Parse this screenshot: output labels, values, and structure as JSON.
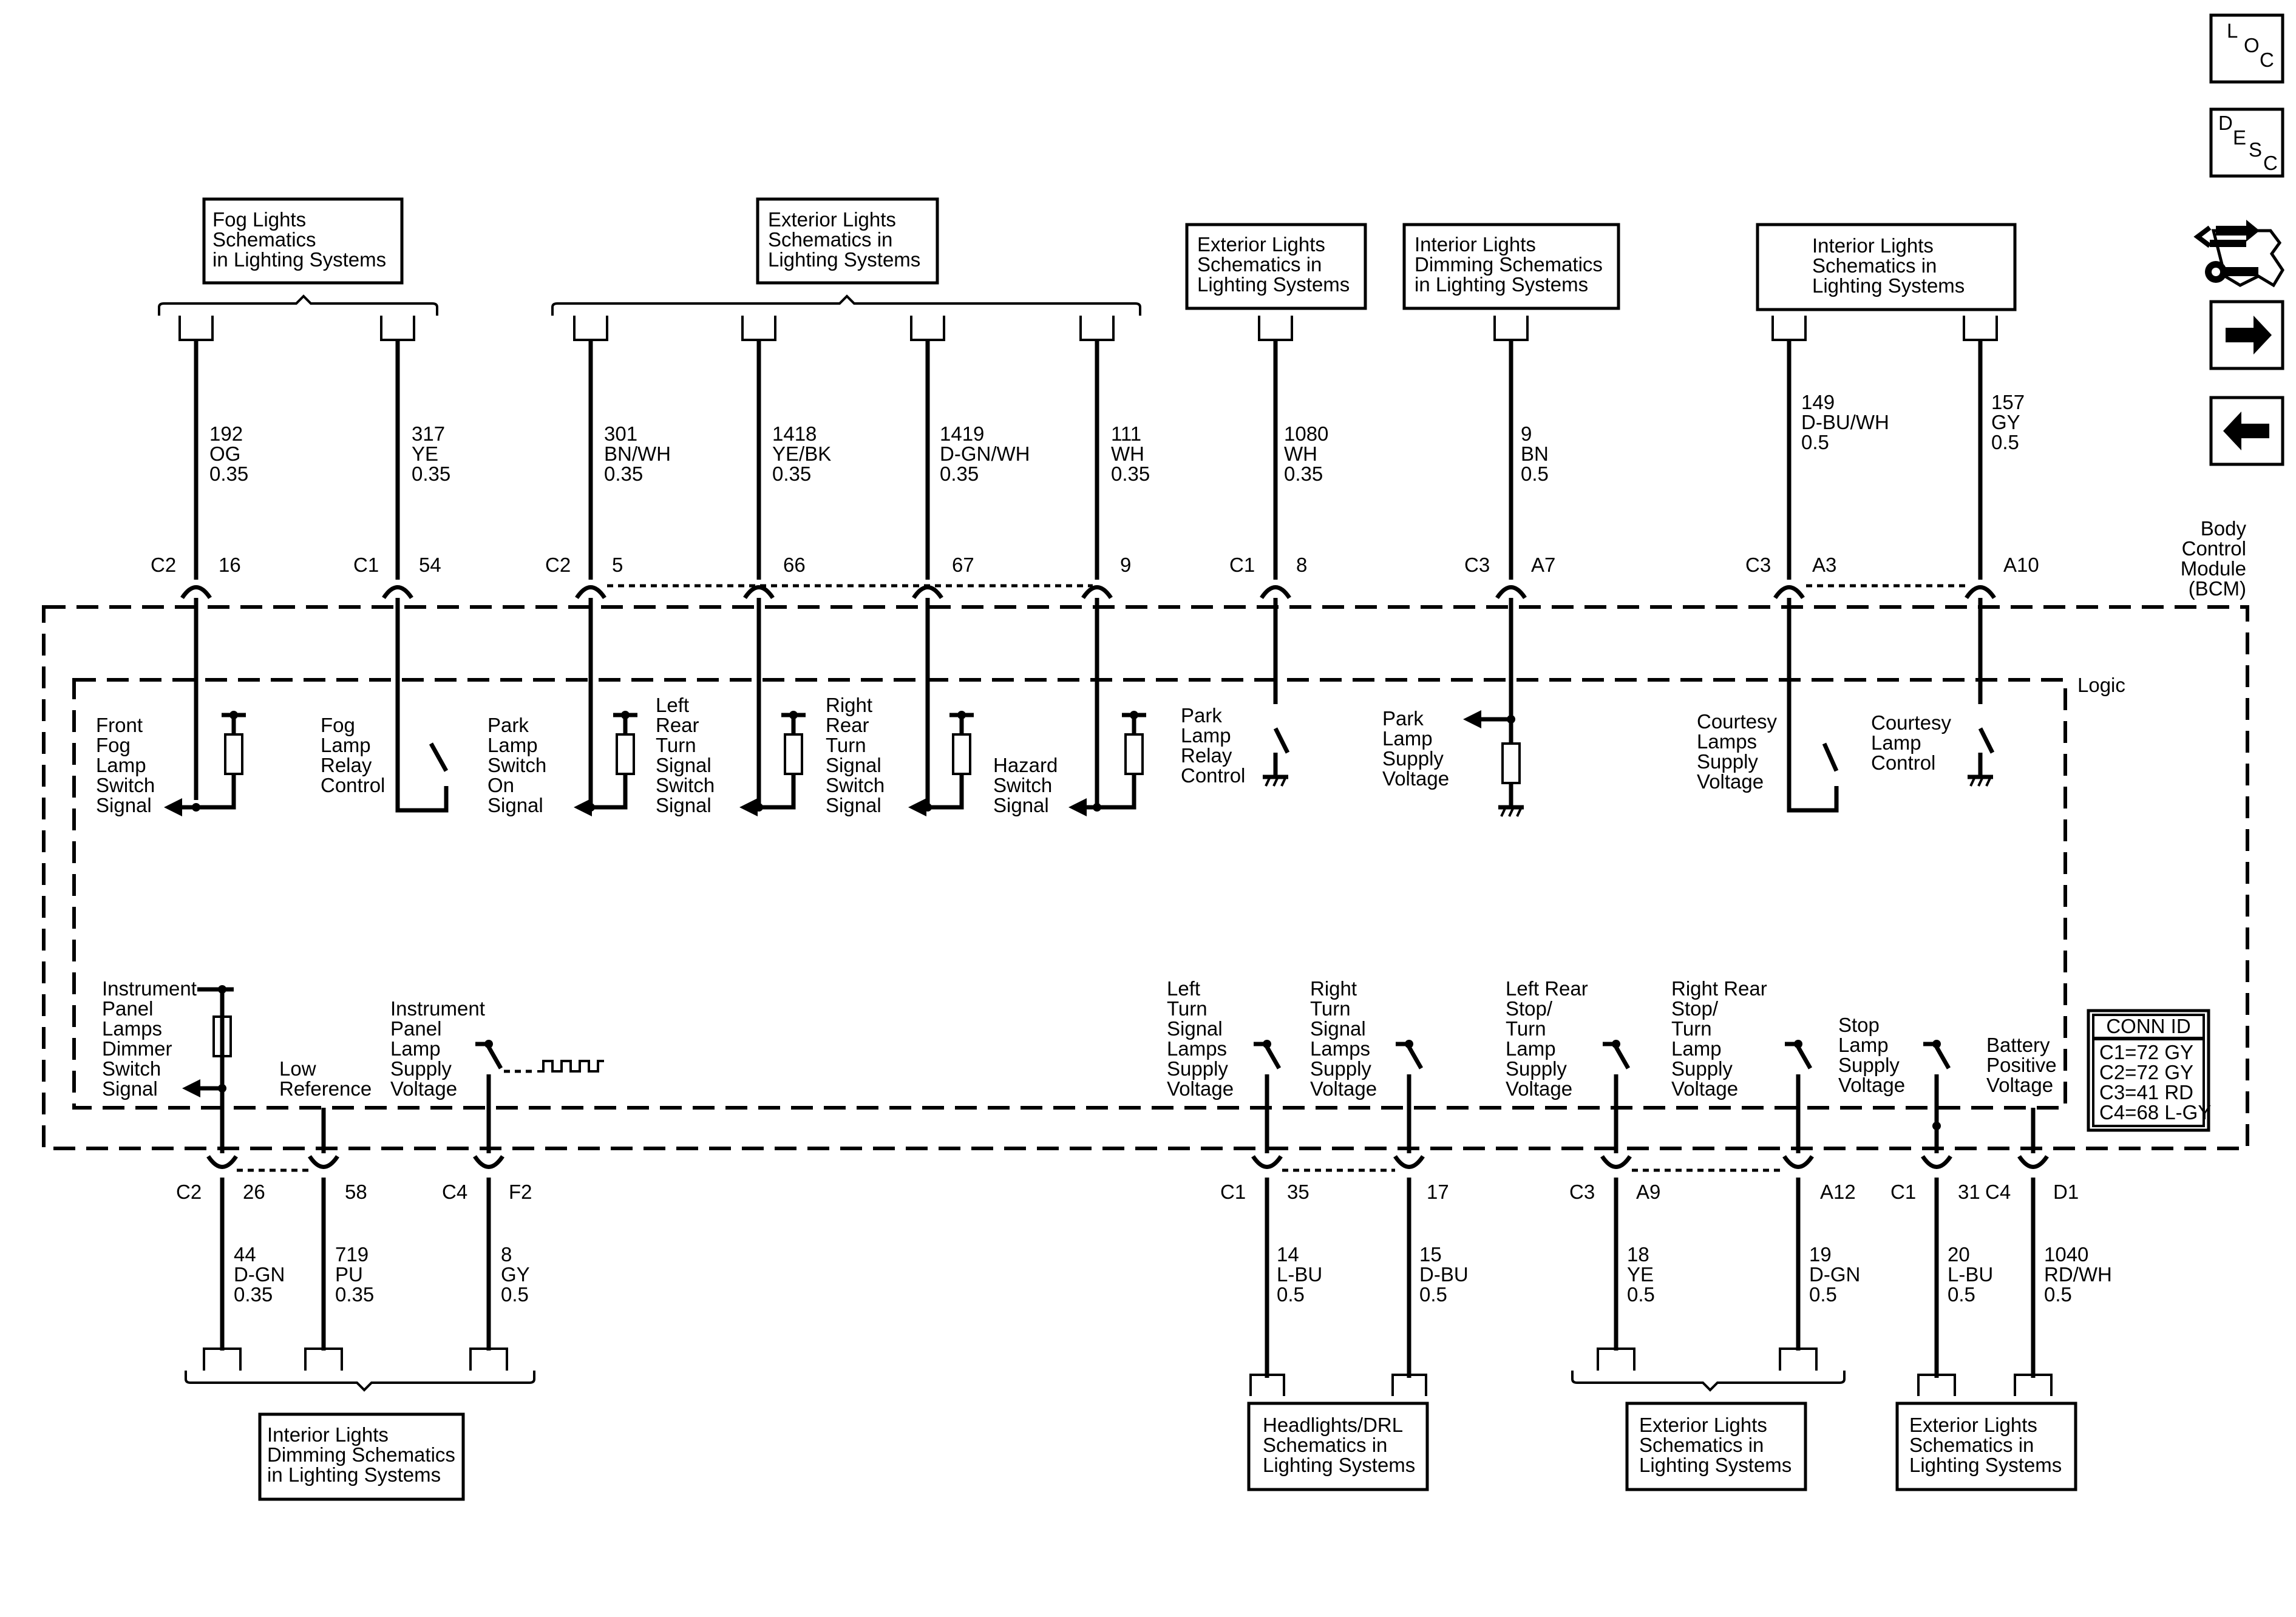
{
  "module": {
    "name_lines": [
      "Body",
      "Control",
      "Module",
      "(BCM)"
    ],
    "logic_label": "Logic"
  },
  "nav": {
    "loc": [
      "L",
      "O",
      "C"
    ],
    "desc": [
      "D",
      "E",
      "S",
      "C"
    ]
  },
  "ref_boxes": [
    {
      "lines": [
        "Fog Lights",
        "Schematics",
        "in Lighting Systems"
      ]
    },
    {
      "lines": [
        "Exterior Lights",
        "Schematics in",
        "Lighting Systems"
      ]
    },
    {
      "lines": [
        "Exterior Lights",
        "Schematics in",
        "Lighting Systems"
      ]
    },
    {
      "lines": [
        "Interior Lights",
        "Dimming Schematics",
        "in Lighting Systems"
      ]
    },
    {
      "lines": [
        "Interior Lights",
        "Schematics in",
        "Lighting Systems"
      ]
    },
    {
      "lines": [
        "Interior Lights",
        "Dimming Schematics",
        "in Lighting Systems"
      ]
    },
    {
      "lines": [
        "Headlights/DRL",
        "Schematics in",
        "Lighting Systems"
      ]
    },
    {
      "lines": [
        "Exterior Lights",
        "Schematics in",
        "Lighting Systems"
      ]
    },
    {
      "lines": [
        "Exterior Lights",
        "Schematics in",
        "Lighting Systems"
      ]
    }
  ],
  "top_wires": [
    {
      "circuit": "192",
      "color": "OG",
      "gauge": "0.35",
      "connector": "C2",
      "pin": "16",
      "function": [
        "Front",
        "Fog",
        "Lamp",
        "Switch",
        "Signal"
      ]
    },
    {
      "circuit": "317",
      "color": "YE",
      "gauge": "0.35",
      "connector": "C1",
      "pin": "54",
      "function": [
        "Fog",
        "Lamp",
        "Relay",
        "Control"
      ]
    },
    {
      "circuit": "301",
      "color": "BN/WH",
      "gauge": "0.35",
      "connector": "C2",
      "pin": "5",
      "function": [
        "Park",
        "Lamp",
        "Switch",
        "On",
        "Signal"
      ]
    },
    {
      "circuit": "1418",
      "color": "YE/BK",
      "gauge": "0.35",
      "connector": "",
      "pin": "66",
      "function": [
        "Left",
        "Rear",
        "Turn",
        "Signal",
        "Switch",
        "Signal"
      ]
    },
    {
      "circuit": "1419",
      "color": "D-GN/WH",
      "gauge": "0.35",
      "connector": "",
      "pin": "67",
      "function": [
        "Right",
        "Rear",
        "Turn",
        "Signal",
        "Switch",
        "Signal"
      ]
    },
    {
      "circuit": "111",
      "color": "WH",
      "gauge": "0.35",
      "connector": "",
      "pin": "9",
      "function": [
        "Hazard",
        "Switch",
        "Signal"
      ]
    },
    {
      "circuit": "1080",
      "color": "WH",
      "gauge": "0.35",
      "connector": "C1",
      "pin": "8",
      "function": [
        "Park",
        "Lamp",
        "Relay",
        "Control"
      ]
    },
    {
      "circuit": "9",
      "color": "BN",
      "gauge": "0.5",
      "connector": "C3",
      "pin": "A7",
      "function": [
        "Park",
        "Lamp",
        "Supply",
        "Voltage"
      ]
    },
    {
      "circuit": "149",
      "color": "D-BU/WH",
      "gauge": "0.5",
      "connector": "C3",
      "pin": "A3",
      "function": [
        "Courtesy",
        "Lamps",
        "Supply",
        "Voltage"
      ]
    },
    {
      "circuit": "157",
      "color": "GY",
      "gauge": "0.5",
      "connector": "",
      "pin": "A10",
      "function": [
        "Courtesy",
        "Lamp",
        "Control"
      ]
    }
  ],
  "bottom_wires": [
    {
      "circuit": "44",
      "color": "D-GN",
      "gauge": "0.35",
      "connector": "C2",
      "pin": "26",
      "function": [
        "Instrument",
        "Panel",
        "Lamps",
        "Dimmer",
        "Switch",
        "Signal"
      ]
    },
    {
      "circuit": "719",
      "color": "PU",
      "gauge": "0.35",
      "connector": "",
      "pin": "58",
      "function": [
        "Low",
        "Reference"
      ]
    },
    {
      "circuit": "8",
      "color": "GY",
      "gauge": "0.5",
      "connector": "C4",
      "pin": "F2",
      "function": [
        "Instrument",
        "Panel",
        "Lamp",
        "Supply",
        "Voltage"
      ]
    },
    {
      "circuit": "14",
      "color": "L-BU",
      "gauge": "0.5",
      "connector": "C1",
      "pin": "35",
      "function": [
        "Left",
        "Turn",
        "Signal",
        "Lamps",
        "Supply",
        "Voltage"
      ]
    },
    {
      "circuit": "15",
      "color": "D-BU",
      "gauge": "0.5",
      "connector": "",
      "pin": "17",
      "function": [
        "Right",
        "Turn",
        "Signal",
        "Lamps",
        "Supply",
        "Voltage"
      ]
    },
    {
      "circuit": "18",
      "color": "YE",
      "gauge": "0.5",
      "connector": "C3",
      "pin": "A9",
      "function": [
        "Left Rear",
        "Stop/",
        "Turn",
        "Lamp",
        "Supply",
        "Voltage"
      ]
    },
    {
      "circuit": "19",
      "color": "D-GN",
      "gauge": "0.5",
      "connector": "",
      "pin": "A12",
      "function": [
        "Right Rear",
        "Stop/",
        "Turn",
        "Lamp",
        "Supply",
        "Voltage"
      ]
    },
    {
      "circuit": "20",
      "color": "L-BU",
      "gauge": "0.5",
      "connector": "C1",
      "pin": "31",
      "function": [
        "Stop",
        "Lamp",
        "Supply",
        "Voltage"
      ]
    },
    {
      "circuit": "1040",
      "color": "RD/WH",
      "gauge": "0.5",
      "connector": "C4",
      "pin": "D1",
      "function": [
        "Battery",
        "Positive",
        "Voltage"
      ]
    }
  ],
  "conn_id": {
    "title": "CONN ID",
    "rows": [
      "C1=72 GY",
      "C2=72 GY",
      "C3=41 RD",
      "C4=68 L-GY"
    ]
  }
}
